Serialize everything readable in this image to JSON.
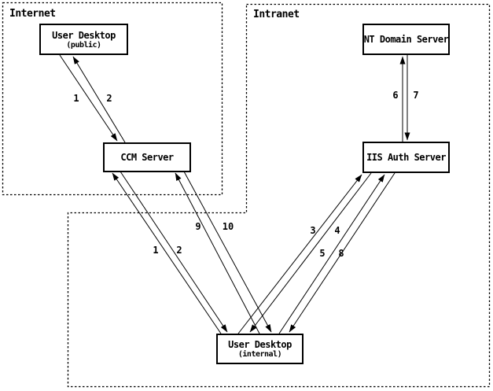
{
  "diagram": {
    "zones": {
      "internet": {
        "label": "Internet"
      },
      "intranet": {
        "label": "Intranet"
      }
    },
    "nodes": {
      "user_desktop_public": {
        "title": "User Desktop",
        "subtitle": "(public)"
      },
      "ccm_server": {
        "title": "CCM Server"
      },
      "nt_domain_server": {
        "title": "NT Domain Server"
      },
      "iis_auth_server": {
        "title": "IIS Auth Server"
      },
      "user_desktop_internal": {
        "title": "User Desktop",
        "subtitle": "(internal)"
      }
    },
    "edge_labels": {
      "internet_step_1": "1",
      "internet_step_2": "2",
      "intranet_step_1": "1",
      "intranet_step_2": "2",
      "step_3": "3",
      "step_4": "4",
      "step_5": "5",
      "step_6": "6",
      "step_7": "7",
      "step_8": "8",
      "step_9": "9",
      "step_10": "10"
    },
    "colors": {
      "line": "#000000",
      "background": "#ffffff",
      "text": "#000000"
    }
  }
}
